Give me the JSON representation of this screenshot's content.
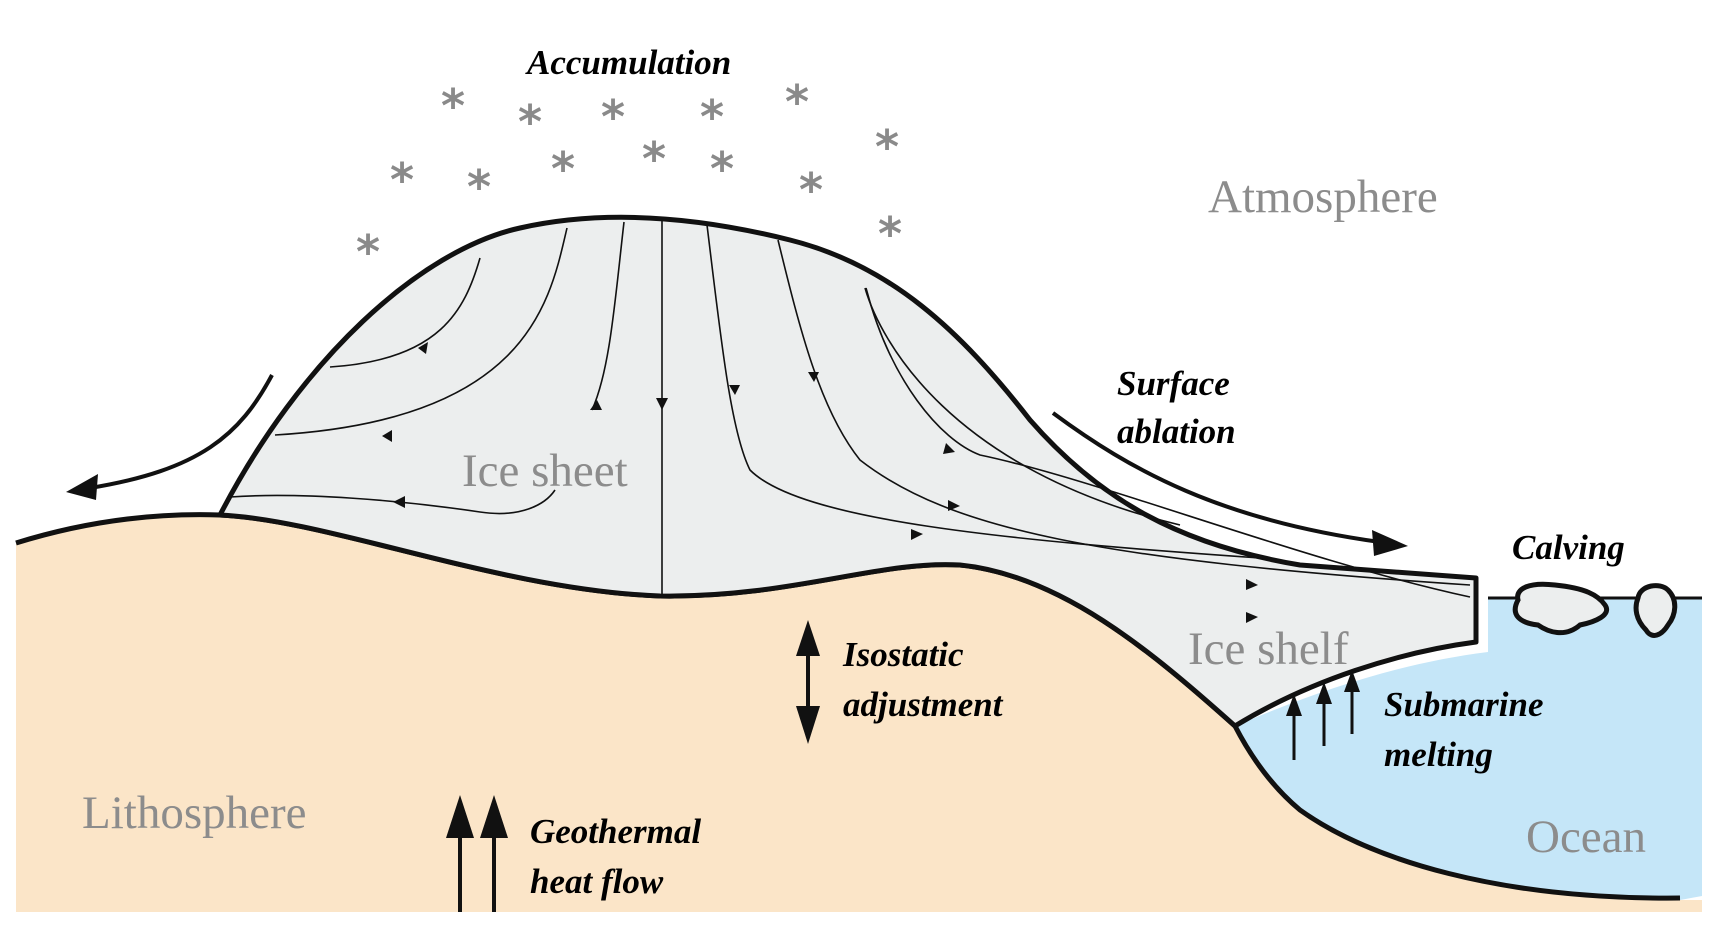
{
  "regions": {
    "atmosphere": "Atmosphere",
    "ice_sheet": "Ice sheet",
    "ice_shelf": "Ice shelf",
    "lithosphere": "Lithosphere",
    "ocean": "Ocean"
  },
  "processes": {
    "accumulation": "Accumulation",
    "surface_ablation_line1": "Surface",
    "surface_ablation_line2": "ablation",
    "calving": "Calving",
    "isostatic_line1": "Isostatic",
    "isostatic_line2": "adjustment",
    "submarine_line1": "Submarine",
    "submarine_line2": "melting",
    "geothermal_line1": "Geothermal",
    "geothermal_line2": "heat flow"
  },
  "icons": {
    "snowflake": "*"
  },
  "colors": {
    "lithosphere": "#fbe5c8",
    "ocean": "#c5e6f8",
    "ice": "#eceeee",
    "outline": "#111111",
    "snow": "#8a8a8a",
    "region_text": "#8c8c8c"
  }
}
